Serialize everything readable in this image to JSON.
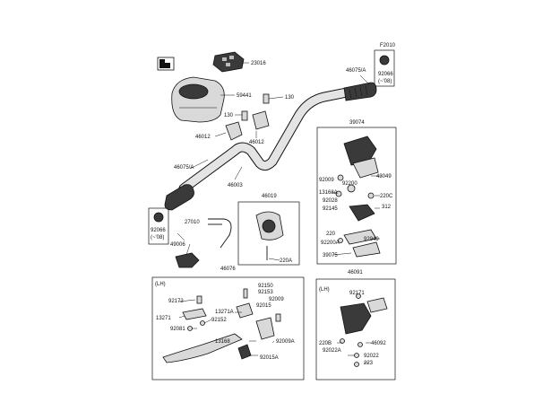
{
  "figure_code": "F2010",
  "labels": [
    {
      "id": "p23016",
      "text": "23016"
    },
    {
      "id": "p59441",
      "text": "59441"
    },
    {
      "id": "p130a",
      "text": "130"
    },
    {
      "id": "p130b",
      "text": "130"
    },
    {
      "id": "p46012a",
      "text": "46012"
    },
    {
      "id": "p46012b",
      "text": "46012"
    },
    {
      "id": "p46075a_top",
      "text": "46075/A"
    },
    {
      "id": "p46075a_left",
      "text": "46075/A"
    },
    {
      "id": "p92066_top",
      "text": "92066"
    },
    {
      "id": "p92066_top_note",
      "text": "(~'08)"
    },
    {
      "id": "p46003",
      "text": "46003"
    },
    {
      "id": "p39074",
      "text": "39074"
    },
    {
      "id": "p43049",
      "text": "43049"
    },
    {
      "id": "p92200",
      "text": "92200"
    },
    {
      "id": "p92009",
      "text": "92009"
    },
    {
      "id": "p13168a",
      "text": "13168A"
    },
    {
      "id": "p220c",
      "text": "220C"
    },
    {
      "id": "p92028",
      "text": "92028"
    },
    {
      "id": "p312",
      "text": "312"
    },
    {
      "id": "p92145",
      "text": "92145"
    },
    {
      "id": "p220",
      "text": "220"
    },
    {
      "id": "p92049",
      "text": "92049"
    },
    {
      "id": "p92200a",
      "text": "92200A"
    },
    {
      "id": "p39075",
      "text": "39075"
    },
    {
      "id": "p46019",
      "text": "46019"
    },
    {
      "id": "p220a",
      "text": "220A"
    },
    {
      "id": "p27010",
      "text": "27010"
    },
    {
      "id": "p49006",
      "text": "49006"
    },
    {
      "id": "p92066_left",
      "text": "92066"
    },
    {
      "id": "p92066_left_note",
      "text": "(~'08)"
    },
    {
      "id": "p46076",
      "text": "46076"
    },
    {
      "id": "lh_left",
      "text": "(LH)"
    },
    {
      "id": "p92172",
      "text": "92172"
    },
    {
      "id": "p92150",
      "text": "92150"
    },
    {
      "id": "p92153",
      "text": "92153"
    },
    {
      "id": "p92009b",
      "text": "92009"
    },
    {
      "id": "p92015",
      "text": "92015"
    },
    {
      "id": "p13271a",
      "text": "13271A"
    },
    {
      "id": "p13271",
      "text": "13271"
    },
    {
      "id": "p92152",
      "text": "92152"
    },
    {
      "id": "p92081",
      "text": "92081"
    },
    {
      "id": "p13168",
      "text": "13168"
    },
    {
      "id": "p92009a",
      "text": "92009A"
    },
    {
      "id": "p92015a",
      "text": "92015A"
    },
    {
      "id": "p46091",
      "text": "46091"
    },
    {
      "id": "lh_right",
      "text": "(LH)"
    },
    {
      "id": "p92171",
      "text": "92171"
    },
    {
      "id": "p220b",
      "text": "220B"
    },
    {
      "id": "p46092",
      "text": "46092"
    },
    {
      "id": "p92022a",
      "text": "92022A"
    },
    {
      "id": "p92022",
      "text": "92022"
    },
    {
      "id": "p223",
      "text": "223"
    }
  ]
}
